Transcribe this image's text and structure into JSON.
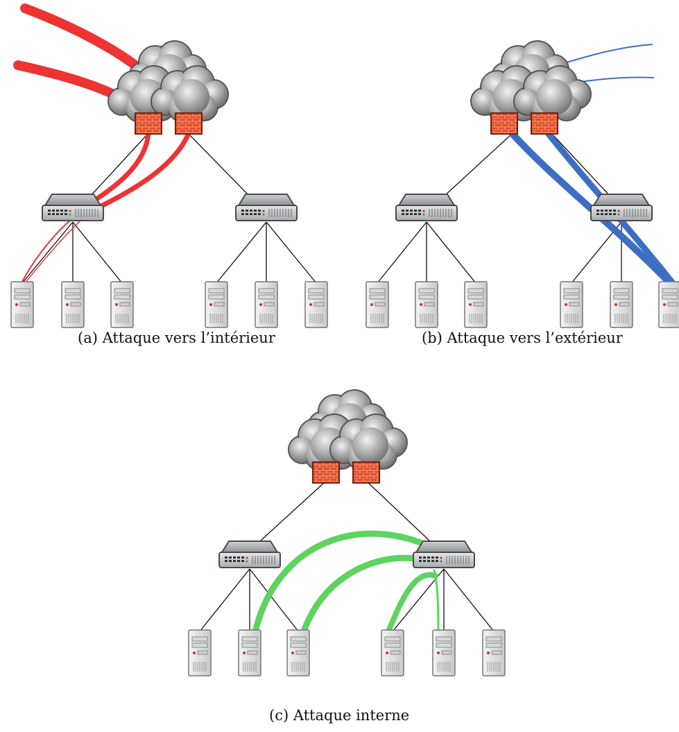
{
  "captions": {
    "a": "(a) Attaque vers l’intérieur",
    "b": "(b) Attaque vers l’extérieur",
    "c": "(c) Attaque interne"
  },
  "colors": {
    "attack_in": "#ee3333",
    "attack_out": "#3c6ec4",
    "attack_internal": "#5fd35f",
    "link": "#111111",
    "firewall": "#e0502a"
  },
  "icons": [
    "cloud-icon",
    "firewall-icon",
    "switch-icon",
    "server-icon"
  ]
}
